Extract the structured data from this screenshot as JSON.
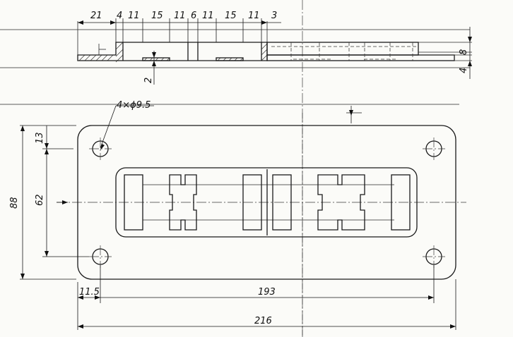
{
  "section_view": {
    "dims": [
      "21",
      "4",
      "11",
      "15",
      "11",
      "6",
      "11",
      "15",
      "11",
      "3"
    ],
    "right_dims": [
      "8",
      "4"
    ],
    "depth_dim": "2"
  },
  "plan_view": {
    "hole_callout": "4×ϕ9.5",
    "dim_overall_height": "88",
    "dim_hole_pitch_v": "62",
    "dim_hole_offset_top": "13",
    "dim_hole_offset_left": "11.5",
    "dim_hole_pitch_h": "193",
    "dim_overall_width": "216"
  }
}
